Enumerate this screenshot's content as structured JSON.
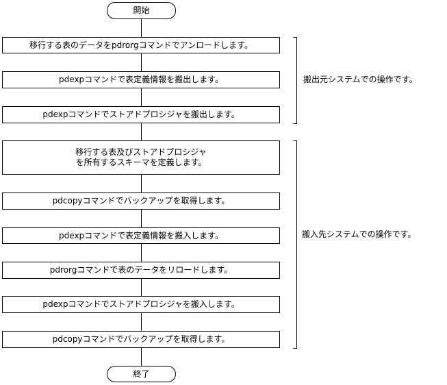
{
  "flowchart": {
    "start": "開始",
    "steps": [
      "移行する表のデータをpdrorgコマンドでアンロードします。",
      "pdexpコマンドで表定義情報を搬出します。",
      "pdexpコマンドでストアドプロシジャを搬出します。",
      "移行する表及びストアドプロシジャ\nを所有するスキーマを定義します。",
      "pdcopyコマンドでバックアップを取得します。",
      "pdexpコマンドで表定義情報を搬入します。",
      "pdrorgコマンドで表のデータをリロードします。",
      "pdexpコマンドでストアドプロシジャを搬入します。",
      "pdcopyコマンドでバックアップを取得します。"
    ],
    "end": "終了"
  },
  "annotations": {
    "source": "搬出元システムでの操作です。",
    "target": "搬入先システムでの操作です。"
  }
}
